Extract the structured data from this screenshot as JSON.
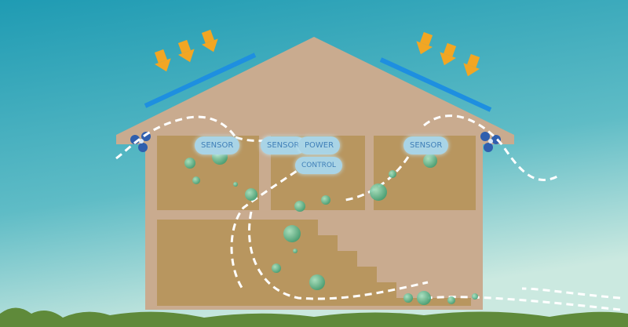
{
  "labels": {
    "sensor_left": "SENSOR",
    "sensor_middle": "SENSOR",
    "power": "POWER",
    "control": "CONTROL",
    "sensor_right": "SENSOR"
  },
  "colors": {
    "sky_top": "#1f9bb3",
    "sky_bottom": "#cbe9e0",
    "house": "#c9ab8f",
    "room": "#b8965f",
    "solar_panel": "#1e8fe0",
    "sun_arrow": "#f2a623",
    "bubble": "#4fb58a"
  }
}
